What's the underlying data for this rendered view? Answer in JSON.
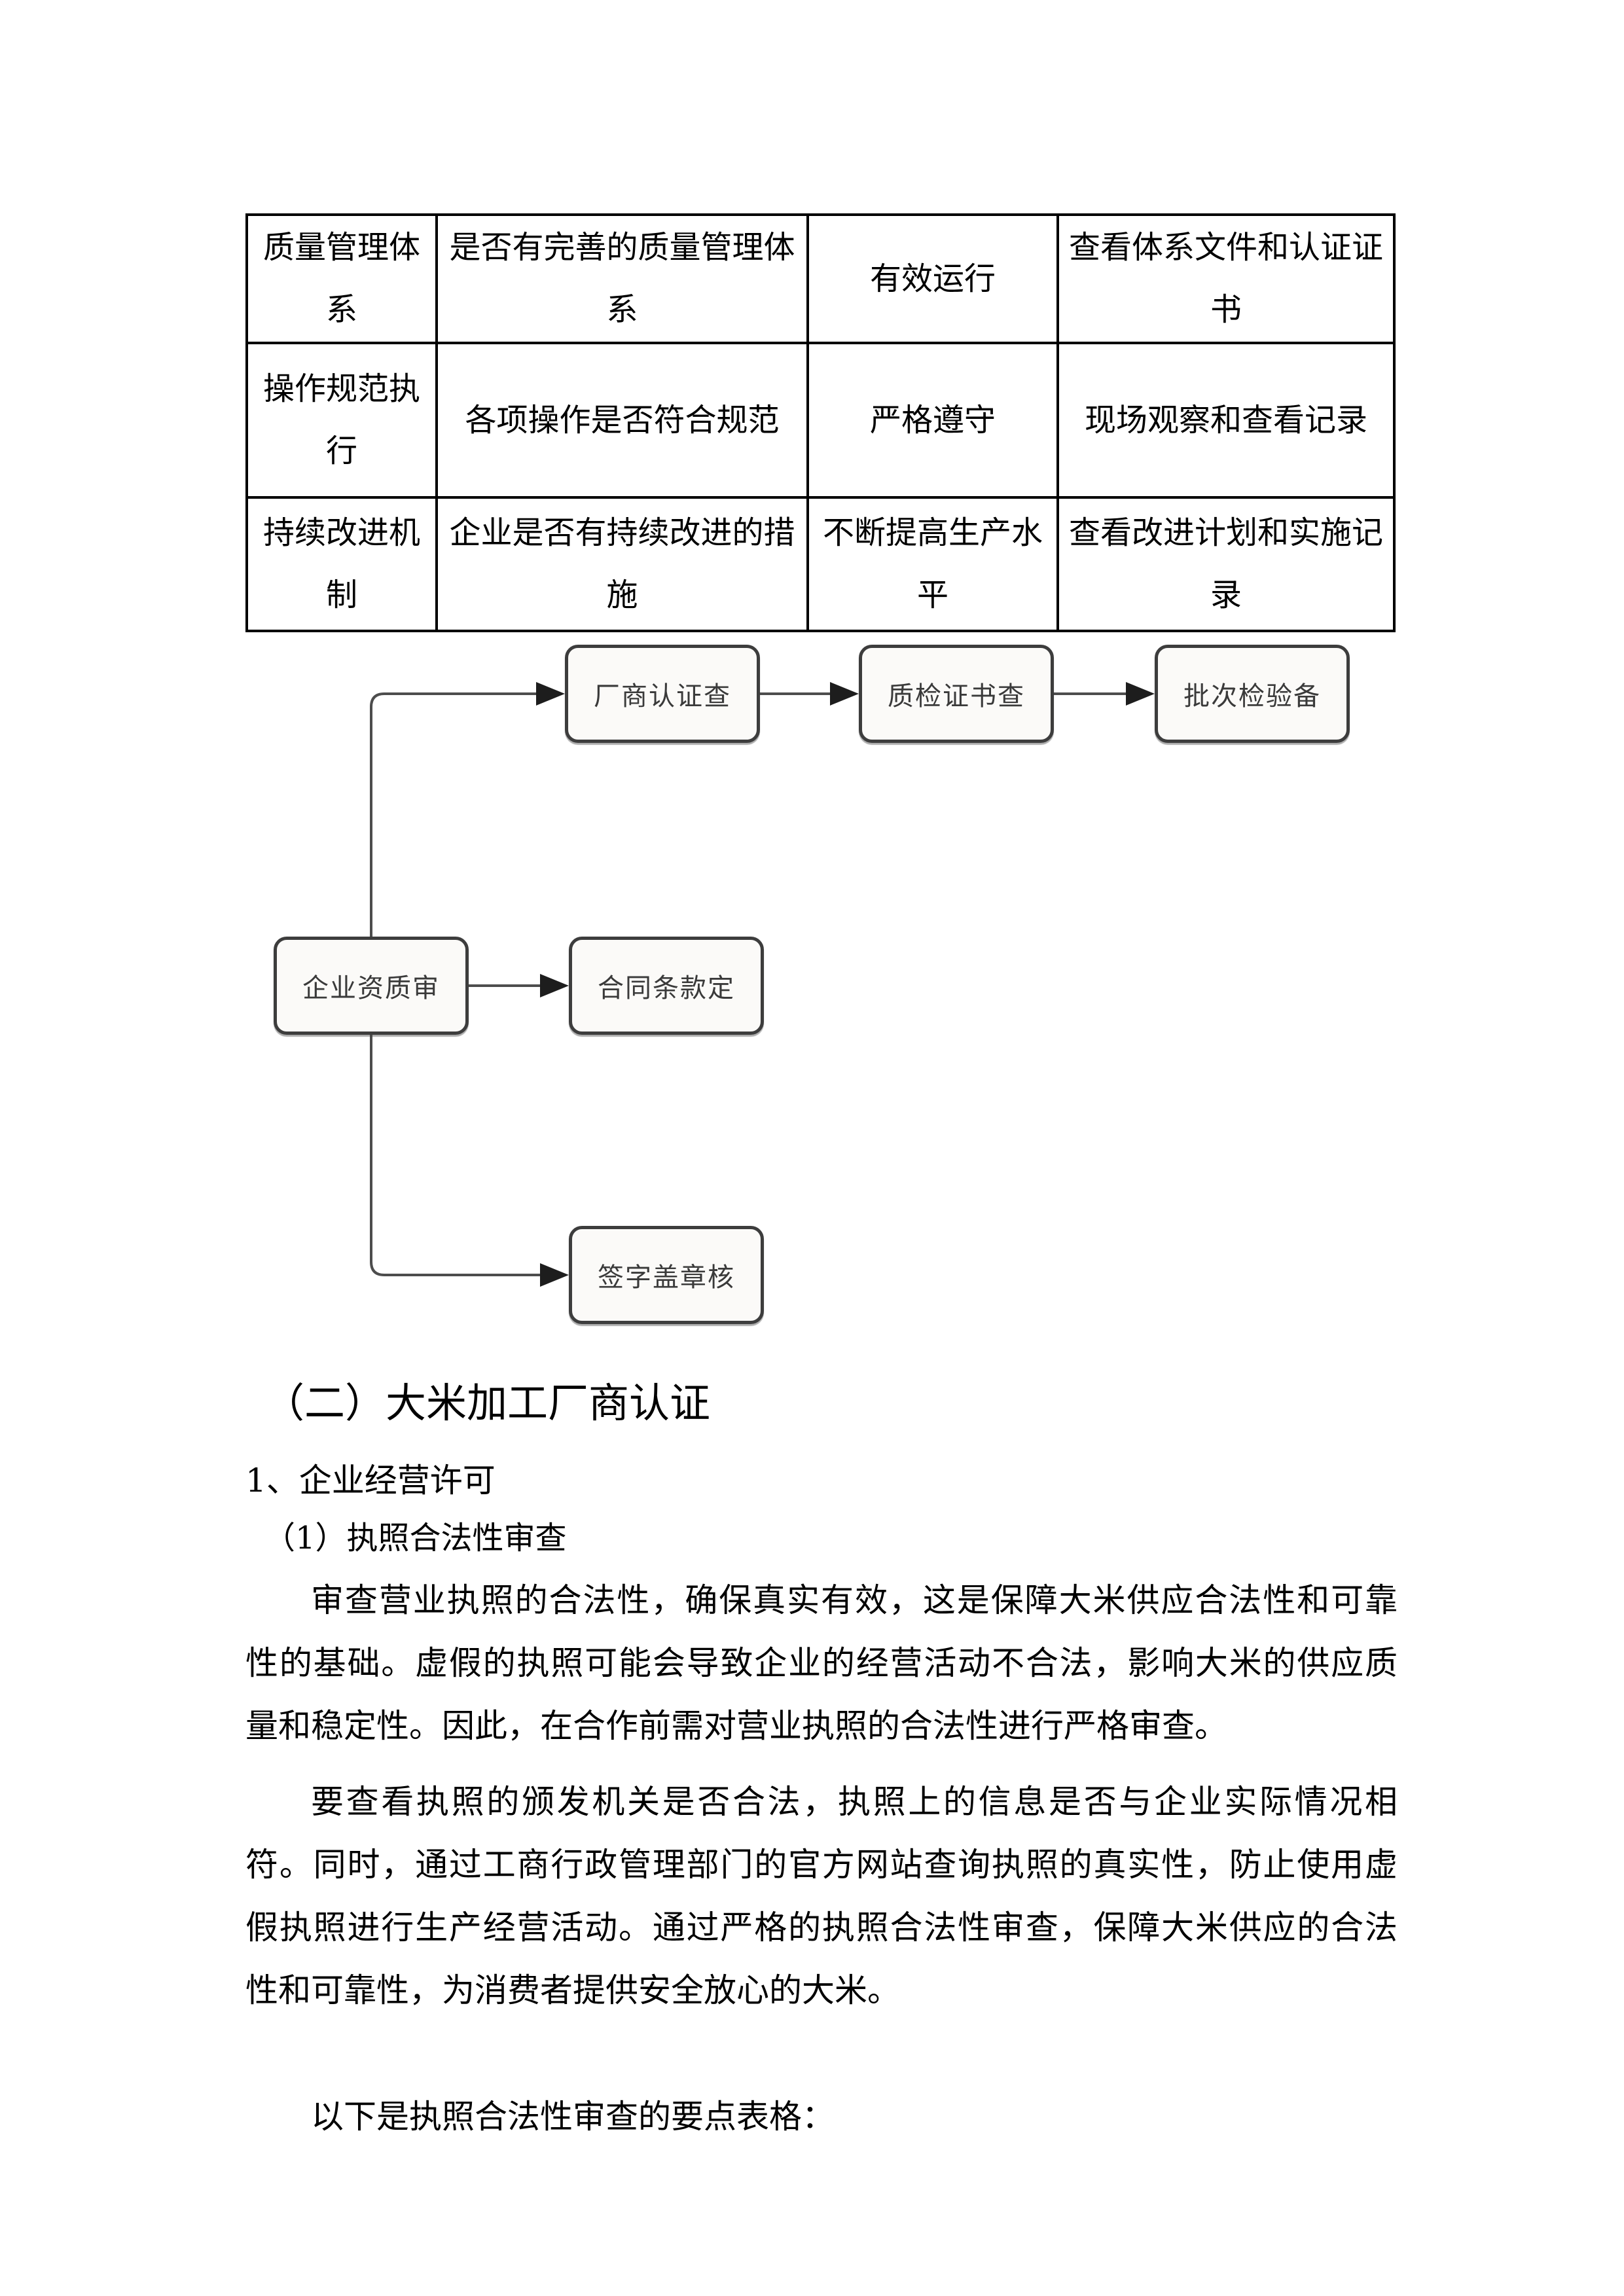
{
  "table": {
    "rows": [
      {
        "cells": [
          "质量管理体系",
          "是否有完善的质量管理体系",
          "有效运行",
          "查看体系文件和认证证书"
        ]
      },
      {
        "cells": [
          "操作规范执行",
          "各项操作是否符合规范",
          "严格遵守",
          "现场观察和查看记录"
        ]
      },
      {
        "cells": [
          "持续改进机制",
          "企业是否有持续改进的措施",
          "不断提高生产水平",
          "查看改进计划和实施记录"
        ]
      }
    ]
  },
  "flowchart": {
    "nodes": [
      {
        "id": "factory-cert",
        "label": "厂商认证查"
      },
      {
        "id": "qc-certificate",
        "label": "质检证书查"
      },
      {
        "id": "batch-inspect",
        "label": "批次检验备"
      },
      {
        "id": "enterprise-qual",
        "label": "企业资质审"
      },
      {
        "id": "contract-terms",
        "label": "合同条款定"
      },
      {
        "id": "sign-seal",
        "label": "签字盖章核"
      }
    ],
    "line_color": "#4d4d4d",
    "arrow_color": "#1d1d1d",
    "box_border_color": "#3d3d3d",
    "box_fill_color": "#fbfaf8"
  },
  "sections": {
    "heading": "（二）大米加工厂商认证",
    "subheading1": "1、企业经营许可",
    "subheading2": "（1）执照合法性审查",
    "paragraph1_lines": [
      "审查营业执照的合法性，确保真实有效，这是保障大米供应合法性和可靠",
      "性的基础。虚假的执照可能会导致企业的经营活动不合法，影响大米的供应质",
      "量和稳定性。因此，在合作前需对营业执照的合法性进行严格审查。"
    ],
    "paragraph2_lines": [
      "要查看执照的颁发机关是否合法，执照上的信息是否与企业实际情况相",
      "符。同时，通过工商行政管理部门的官方网站查询执照的真实性，防止使用虚",
      "假执照进行生产经营活动。通过严格的执照合法性审查，保障大米供应的合法",
      "性和可靠性，为消费者提供安全放心的大米。"
    ],
    "closing_line": "以下是执照合法性审查的要点表格："
  }
}
